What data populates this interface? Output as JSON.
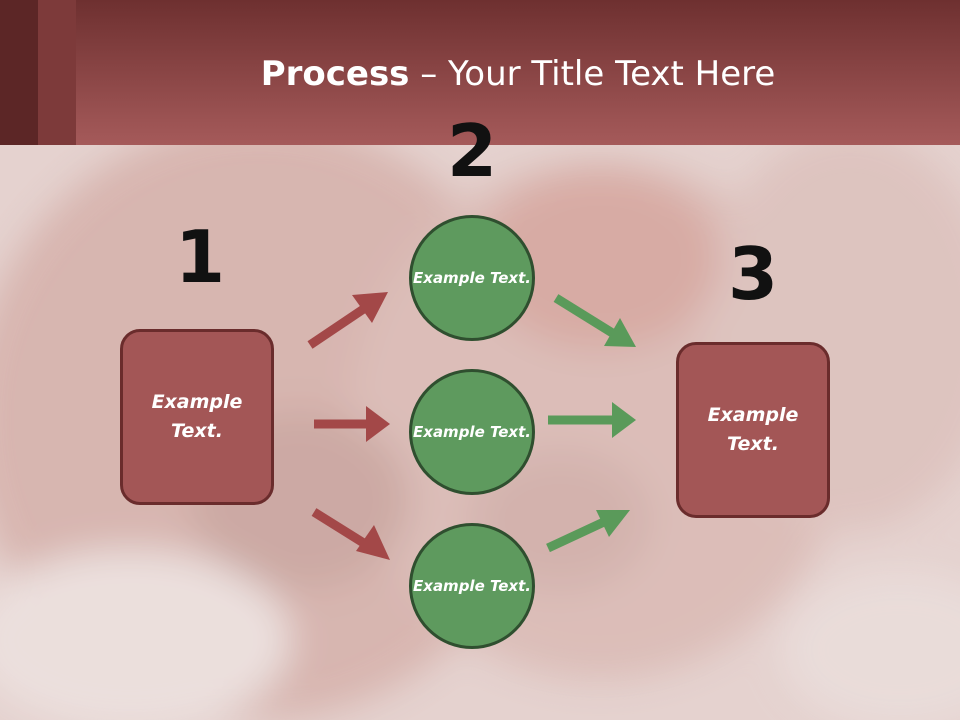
{
  "header": {
    "title_strong": "Process",
    "title_rest": " – Your Title Text Here"
  },
  "steps": {
    "step1_number": "1",
    "step2_number": "2",
    "step3_number": "3"
  },
  "nodes": {
    "left_box": "Example Text.",
    "circle_top": "Example Text.",
    "circle_middle": "Example Text.",
    "circle_bottom": "Example Text.",
    "right_box": "Example Text."
  },
  "colors": {
    "box_fill": "#a35656",
    "circle_fill": "#5e9a5e",
    "arrow_red": "#a34848",
    "arrow_green": "#5a9a5a"
  }
}
